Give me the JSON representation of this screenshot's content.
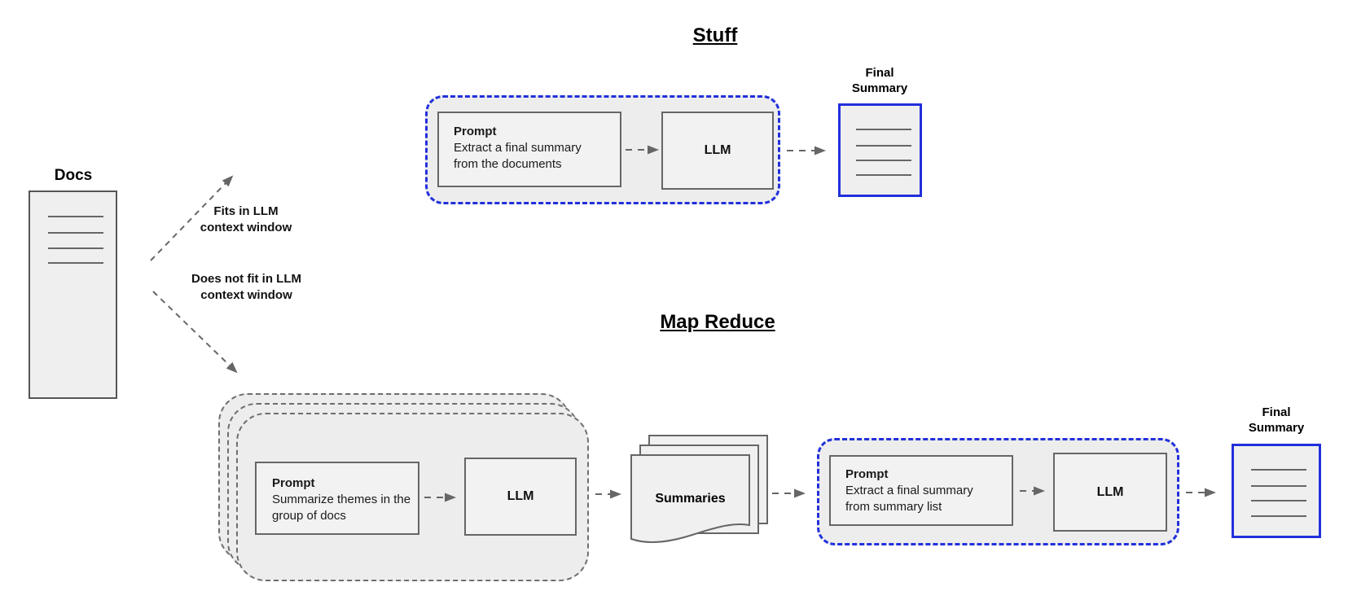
{
  "colors": {
    "accent_blue": "#2230db",
    "border_gray": "#666666",
    "fill_gray": "#ededed",
    "arrow_gray": "#666666",
    "text": "#111111"
  },
  "docs": {
    "label": "Docs"
  },
  "branch": {
    "fits_label": "Fits in LLM\ncontext window",
    "not_fit_label": "Does not fit in LLM\ncontext window"
  },
  "stuff": {
    "title": "Stuff",
    "prompt_title": "Prompt",
    "prompt_body": "Extract a final summary from the documents",
    "llm_label": "LLM",
    "final_summary_label": "Final\nSummary"
  },
  "map_reduce": {
    "title": "Map Reduce",
    "map_prompt_title": "Prompt",
    "map_prompt_body": "Summarize themes in the group of docs",
    "map_llm_label": "LLM",
    "summaries_label": "Summaries",
    "reduce_prompt_title": "Prompt",
    "reduce_prompt_body": "Extract a final summary from summary list",
    "reduce_llm_label": "LLM",
    "final_summary_label": "Final\nSummary"
  }
}
